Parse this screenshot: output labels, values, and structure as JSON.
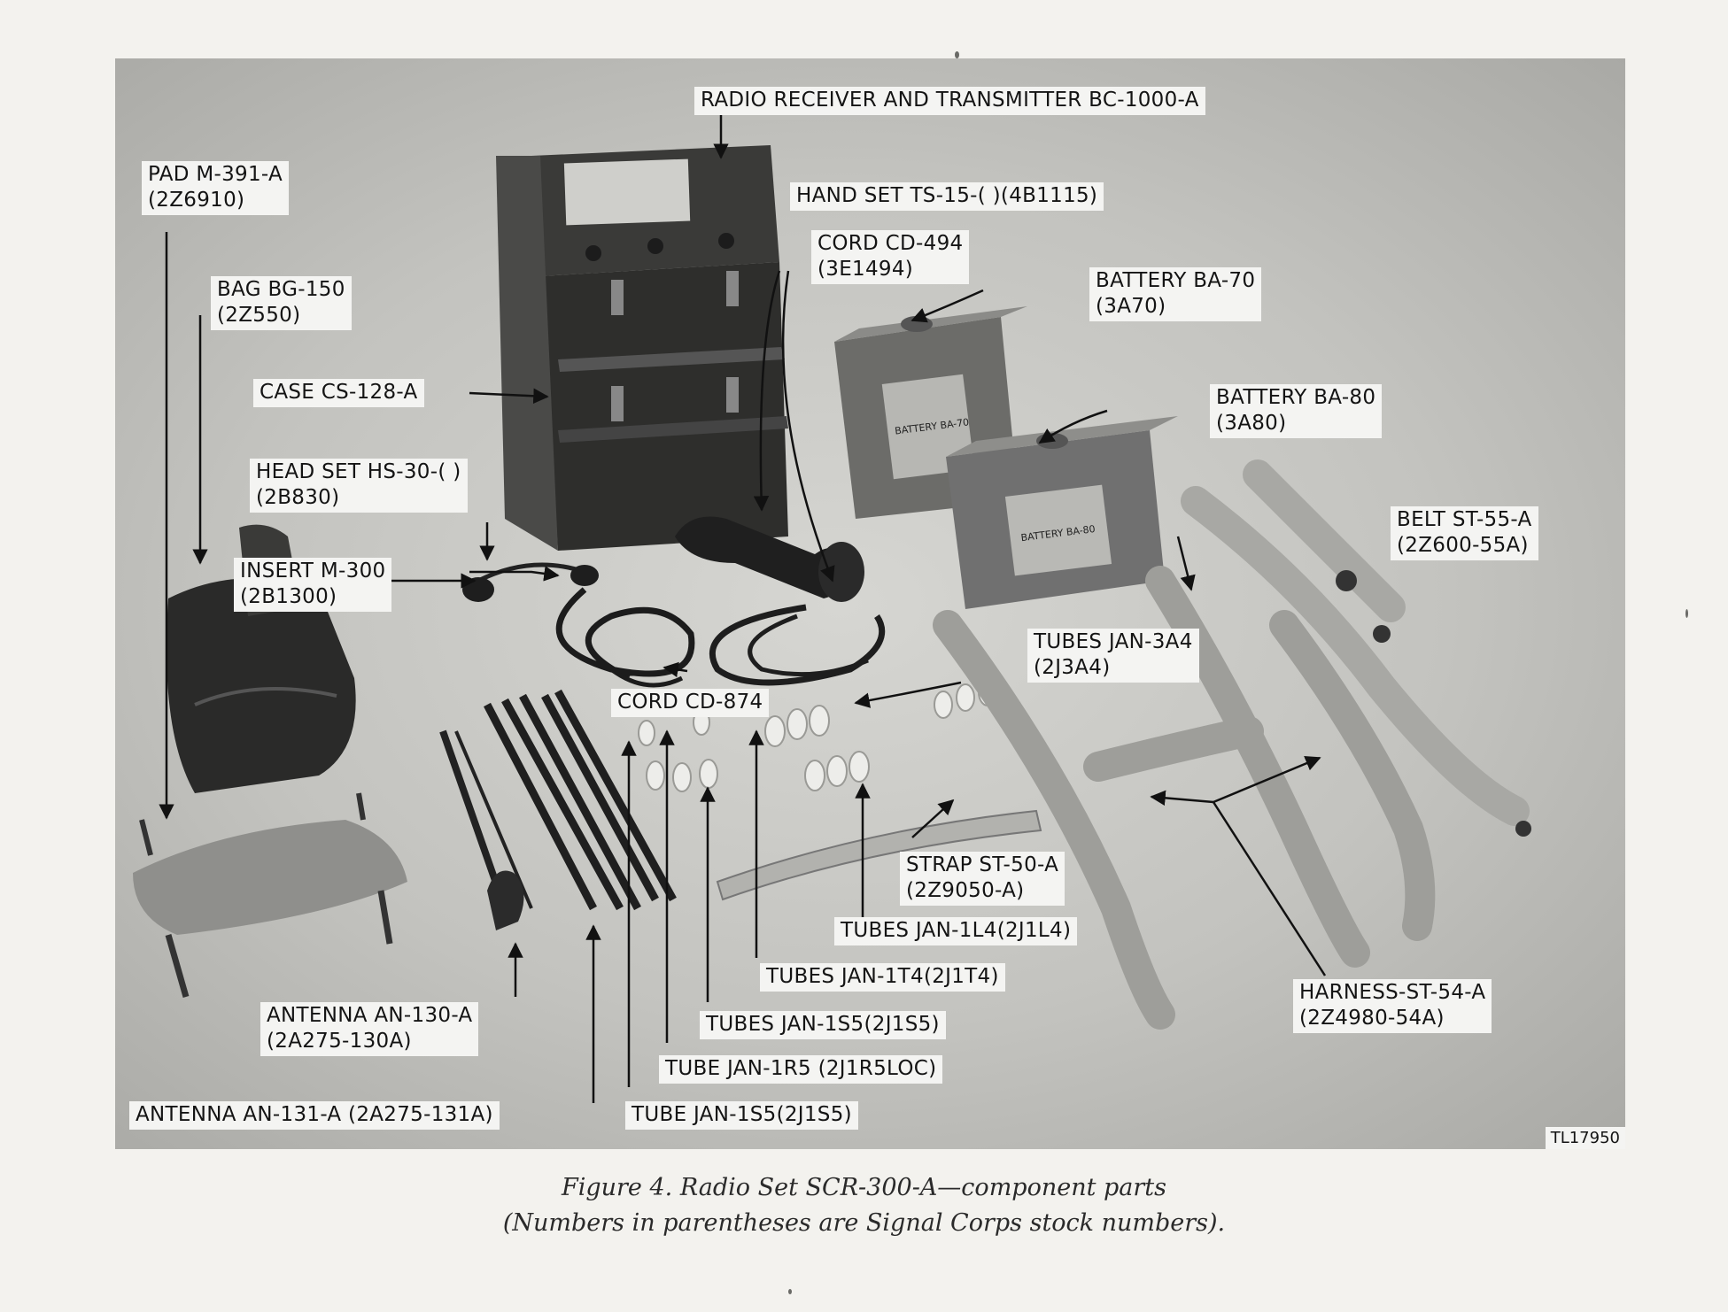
{
  "labels": {
    "radio": "RADIO RECEIVER AND TRANSMITTER BC-1000-A",
    "pad_name": "PAD M-391-A",
    "pad_stock": "(2Z6910)",
    "handset": "HAND SET TS-15-( )(4B1115)",
    "cord494_name": "CORD CD-494",
    "cord494_stock": "(3E1494)",
    "ba70_name": "BATTERY BA-70",
    "ba70_stock": "(3A70)",
    "bag_name": "BAG BG-150",
    "bag_stock": "(2Z550)",
    "case": "CASE CS-128-A",
    "ba80_name": "BATTERY BA-80",
    "ba80_stock": "(3A80)",
    "headset_name": "HEAD SET HS-30-( )",
    "headset_stock": "(2B830)",
    "belt_name": "BELT ST-55-A",
    "belt_stock": "(2Z600-55A)",
    "insert_name": "INSERT M-300",
    "insert_stock": "(2B1300)",
    "tubes3a4_name": "TUBES JAN-3A4",
    "tubes3a4_stock": "(2J3A4)",
    "cord874": "CORD CD-874",
    "strap_name": "STRAP ST-50-A",
    "strap_stock": "(2Z9050-A)",
    "tubes1l4": "TUBES JAN-1L4(2J1L4)",
    "tubes1t4": "TUBES JAN-1T4(2J1T4)",
    "harness_name": "HARNESS-ST-54-A",
    "harness_stock": "(2Z4980-54A)",
    "ant130_name": "ANTENNA AN-130-A",
    "ant130_stock": "(2A275-130A)",
    "tubes1s5": "TUBES JAN-1S5(2J1S5)",
    "tube1r5": "TUBE JAN-1R5 (2J1R5LOC)",
    "ant131": "ANTENNA AN-131-A (2A275-131A)",
    "tube1s5": "TUBE JAN-1S5(2J1S5)",
    "photo_id": "TL17950"
  },
  "battery_ba70_panel": "BATTERY BA-70",
  "battery_ba80_panel": "BATTERY BA-80",
  "caption": {
    "line1": "Figure 4. Radio Set SCR-300-A—component parts",
    "line2": "(Numbers in parentheses are Signal Corps stock numbers)."
  }
}
